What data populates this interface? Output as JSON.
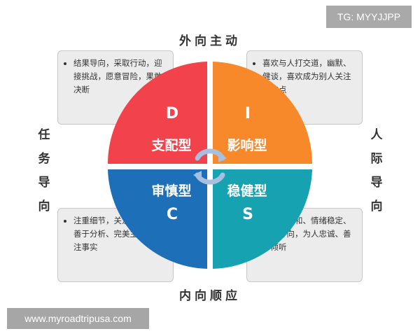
{
  "watermarks": {
    "top": "TG: MYYJJPP",
    "bottom": "www.myroadtripusa.com"
  },
  "axes": {
    "top": "外向主动",
    "bottom": "内向顺应",
    "left": "任务导向",
    "right": "人际导向"
  },
  "quadrants": {
    "d": {
      "letter": "D",
      "name": "支配型",
      "color": "#f2424c"
    },
    "i": {
      "letter": "I",
      "name": "影响型",
      "color": "#f7892b"
    },
    "c": {
      "letter": "C",
      "name": "审慎型",
      "color": "#1d6fb8"
    },
    "s": {
      "letter": "S",
      "name": "稳健型",
      "color": "#17a2b2"
    }
  },
  "notes": {
    "tl": "结果导向，采取行动，迎接挑战，愿意冒险，果敢决断",
    "tr": "喜欢与人打交道，幽默、健谈，喜欢成为别人关注的焦点",
    "bl": "注重细节，关注精确度，善于分析、完美主义、关注事实",
    "br": "耐心、温和、情绪稳定、团队导向，为人忠诚、善于倾听"
  },
  "colors": {
    "center_arrows": "#a9bfe0",
    "note_bg": "#ececec",
    "note_border": "#c8c8c8"
  }
}
